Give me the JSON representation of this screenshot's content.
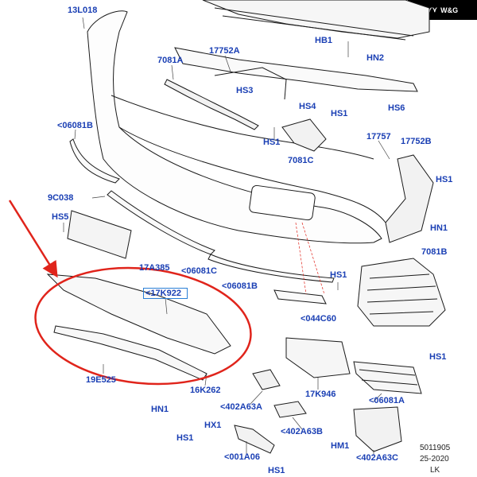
{
  "logo": {
    "mark": "⋎⋎",
    "text": "W&G"
  },
  "part_labels": {
    "l_13L018": "13L018",
    "l_7081A": "7081A",
    "l_17752A": "17752A",
    "l_HB1": "HB1",
    "l_HN2": "HN2",
    "l_HS3": "HS3",
    "l_HS4": "HS4",
    "l_HS1_a": "HS1",
    "l_HS6": "HS6",
    "l_06081B_a": "<06081B",
    "l_HS1_b": "HS1",
    "l_7081C": "7081C",
    "l_17757": "17757",
    "l_17752B": "17752B",
    "l_HS1_c": "HS1",
    "l_9C038": "9C038",
    "l_HS5": "HS5",
    "l_HN1": "HN1",
    "l_17A385": "17A385",
    "l_06081C": "<06081C",
    "l_7081B": "7081B",
    "l_06081B_b": "<06081B",
    "l_HS1_d": "HS1",
    "l_17K922": "<17K922",
    "l_044C60": "<044C60",
    "l_HS1_e": "HS1",
    "l_19E525": "19E525",
    "l_16K262": "16K262",
    "l_17K946": "17K946",
    "l_06081A": "<06081A",
    "l_HN1_b": "HN1",
    "l_402A63A": "<402A63A",
    "l_HX1": "HX1",
    "l_HS1_f": "HS1",
    "l_402A63B": "<402A63B",
    "l_HM1": "HM1",
    "l_402A63C": "<402A63C",
    "l_001A06": "<001A06",
    "l_HS1_g": "HS1"
  },
  "footer": {
    "ref": "5011905",
    "date": "25-2020",
    "code": "LK"
  },
  "colors": {
    "label": "#1a3fb4",
    "annotation": "#e0241b",
    "highlight": "#2a7fd6",
    "line": "#1a1a1a"
  }
}
